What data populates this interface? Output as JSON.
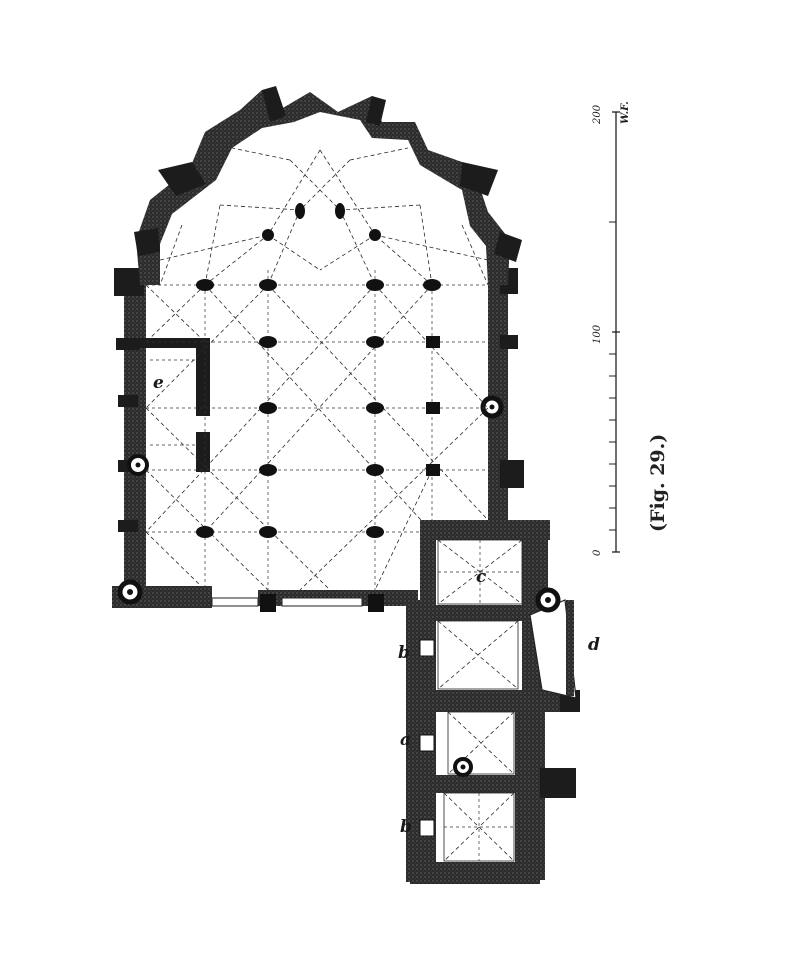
{
  "figure": {
    "caption": "(Fig. 29.)"
  },
  "scale": {
    "labels": [
      "0",
      "100",
      "200"
    ],
    "unit": "W.F."
  },
  "plan_labels": {
    "a": "a",
    "b_upper": "b",
    "b_lower": "b",
    "c": "c",
    "d": "d",
    "e": "e"
  }
}
